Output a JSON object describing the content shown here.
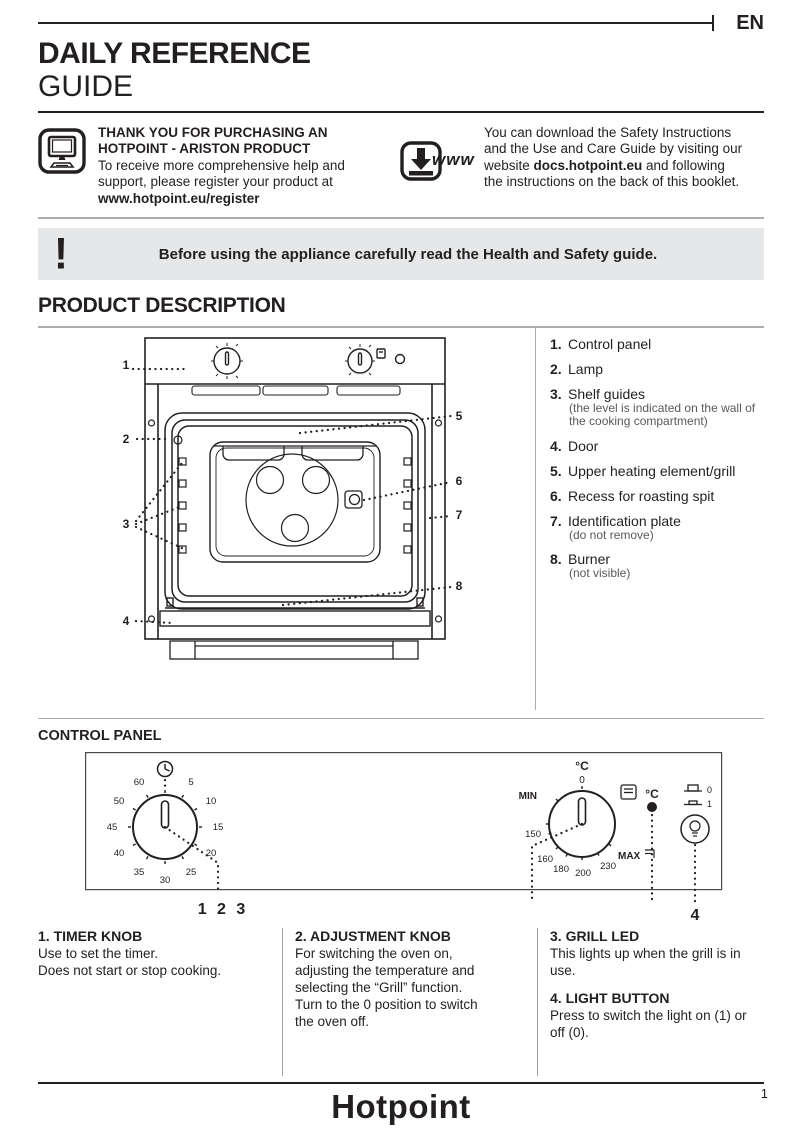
{
  "page": {
    "lang_tag": "EN",
    "page_number": "1",
    "brand": "Hotpoint"
  },
  "header": {
    "title_line1": "DAILY REFERENCE",
    "title_line2": "GUIDE"
  },
  "intro": {
    "left": {
      "icon": "computer-register-icon",
      "bold_line1": "THANK YOU FOR PURCHASING AN",
      "bold_line2": "HOTPOINT - ARISTON PRODUCT",
      "line1": "To receive more comprehensive help and",
      "line2": "support, please register your product at",
      "link": "www.hotpoint.eu/register"
    },
    "right": {
      "icon": "www-download-icon",
      "www_label": "www",
      "line1": "You can download the Safety Instructions",
      "line2": "and the Use and Care Guide by visiting our",
      "line3_pre": "website ",
      "line3_bold": "docs.hotpoint.eu",
      "line3_post": " and following",
      "line4": "the instructions on the back of this booklet."
    }
  },
  "warning": {
    "icon": "exclamation-icon",
    "text": "Before using the appliance carefully read the Health and Safety guide."
  },
  "product_description": {
    "heading": "PRODUCT DESCRIPTION",
    "callouts": [
      "1",
      "2",
      "3",
      "4",
      "5",
      "6",
      "7",
      "8"
    ],
    "items": [
      {
        "num": "1.",
        "label": "Control panel",
        "note": ""
      },
      {
        "num": "2.",
        "label": "Lamp",
        "note": ""
      },
      {
        "num": "3.",
        "label": "Shelf guides",
        "note": "(the level is indicated on the wall of the cooking compartment)"
      },
      {
        "num": "4.",
        "label": "Door",
        "note": ""
      },
      {
        "num": "5.",
        "label": "Upper heating element/grill",
        "note": ""
      },
      {
        "num": "6.",
        "label": "Recess for roasting spit",
        "note": ""
      },
      {
        "num": "7.",
        "label": "Identification plate",
        "note": "(do not remove)"
      },
      {
        "num": "8.",
        "label": "Burner",
        "note": "(not visible)"
      }
    ]
  },
  "control_panel": {
    "heading": "CONTROL PANEL",
    "timer_icon": "clock-icon",
    "timer_dial_numbers": [
      "5",
      "10",
      "15",
      "20",
      "25",
      "30",
      "35",
      "40",
      "45",
      "50",
      "60"
    ],
    "adjustment": {
      "deg_label": "°C",
      "zero": "0",
      "min": "MIN",
      "max": "MAX",
      "temps": [
        "150",
        "160",
        "180",
        "200",
        "230"
      ],
      "grill_icon": "grill-function-icon"
    },
    "grill_led": {
      "label": "°C",
      "icon": "led-dot"
    },
    "light_button": {
      "off": "0",
      "on": "1",
      "icon": "light-bulb-icon"
    },
    "leader_labels": {
      "timer": "1 2 3",
      "light": "4"
    }
  },
  "columns": [
    {
      "title": "1. TIMER KNOB",
      "line1": "Use to set the timer.",
      "line2": "Does not start or stop cooking."
    },
    {
      "title": "2. ADJUSTMENT KNOB",
      "line1": "For switching the oven on,",
      "line2": "adjusting the temperature and",
      "line3": "selecting the “Grill” function.",
      "line4": "Turn to the  0 position to switch",
      "line5": "the oven off."
    },
    {
      "title": "3. GRILL LED",
      "line1": "This lights up when the grill is in",
      "line2": "use."
    },
    {
      "title": "4. LIGHT BUTTON",
      "line1": "Press to switch the light on (1) or",
      "line2": "off (0)."
    }
  ]
}
